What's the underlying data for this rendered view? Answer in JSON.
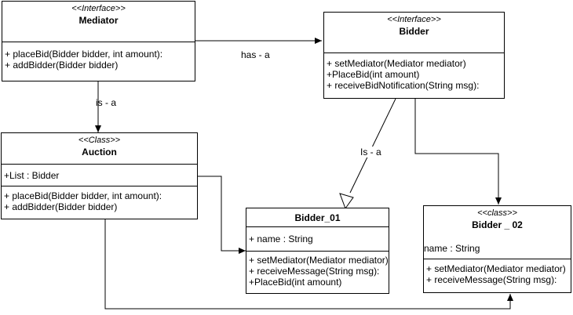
{
  "classes": {
    "mediator": {
      "stereotype": "<<Interface>>",
      "name": "Mediator",
      "methods": [
        "+ placeBid(Bidder bidder, int amount):",
        "+ addBidder(Bidder bidder)"
      ]
    },
    "bidder": {
      "stereotype": "<<Interface>>",
      "name": "Bidder",
      "methods": [
        "+ setMediator(Mediator mediator)",
        "+PlaceBid(int amount)",
        "+ receiveBidNotification(String msg):"
      ]
    },
    "auction": {
      "stereotype": "<<Class>>",
      "name": "Auction",
      "attributes": [
        "+List : Bidder"
      ],
      "methods": [
        "+ placeBid(Bidder bidder, int amount):",
        "+ addBidder(Bidder bidder)"
      ]
    },
    "bidder01": {
      "name": "Bidder_01",
      "attributes": [
        "+ name : String"
      ],
      "methods": [
        "+ setMediator(Mediator mediator)",
        "+ receiveMessage(String msg):",
        "+PlaceBid(int amount)"
      ]
    },
    "bidder02": {
      "stereotype": "<<class>>",
      "name": "Bidder _ 02",
      "attributes": [
        "name : String"
      ],
      "methods": [
        "+ setMediator(Mediator mediator)",
        "+ receiveMessage(String msg):"
      ]
    }
  },
  "relations": {
    "has_a": "has - a",
    "is_a_mediator": "is - a",
    "is_a_bidder": "Is - a"
  }
}
